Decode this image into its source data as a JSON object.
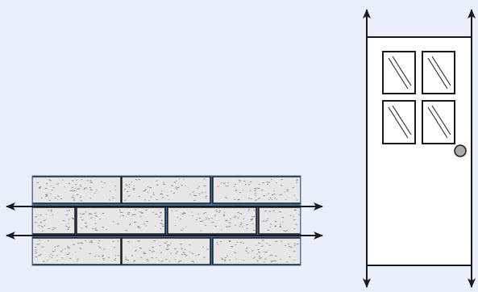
{
  "diagram": {
    "background": "#eaf0fb",
    "stroke_color": "#1a1a1a",
    "brick_fill": "#e6e6e6",
    "mortar_color": "#3e6f9e",
    "knob_fill": "#a9a9a9",
    "brick_wall": {
      "name": "brick-wall",
      "rows": 3,
      "arrows": [
        {
          "name": "wall-arrow-upper",
          "direction": "horizontal-double"
        },
        {
          "name": "wall-arrow-lower",
          "direction": "horizontal-double"
        }
      ]
    },
    "door": {
      "name": "door",
      "window_panes": 4,
      "knob": "round",
      "arrows": [
        {
          "name": "door-arrow-left",
          "direction": "vertical-double"
        },
        {
          "name": "door-arrow-right",
          "direction": "vertical-double"
        }
      ]
    }
  }
}
